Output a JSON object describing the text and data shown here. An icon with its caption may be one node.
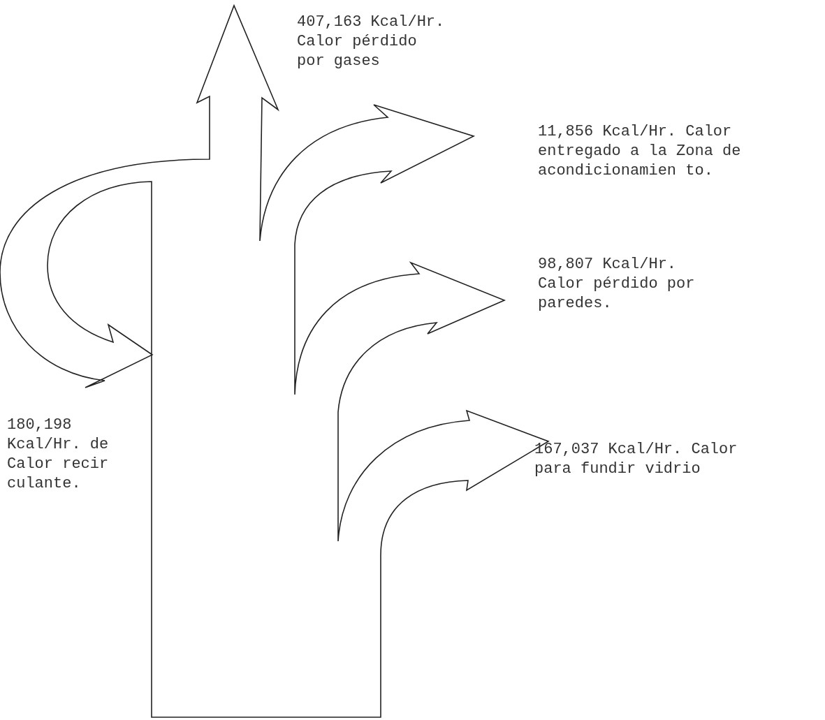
{
  "diagram": {
    "labels": [
      "407,163 Kcal/Hr. Calor pérdido por gases",
      "11,856 Kcal/Hr. Calor entregado a la Zona de acondicionamien to.",
      "98,807 Kcal/Hr. Calor pérdido por paredes.",
      "180,198 Kcal/Hr. de Calor recir culante.",
      "167,037 Kcal/Hr. Calor para fundir vidrio"
    ]
  }
}
